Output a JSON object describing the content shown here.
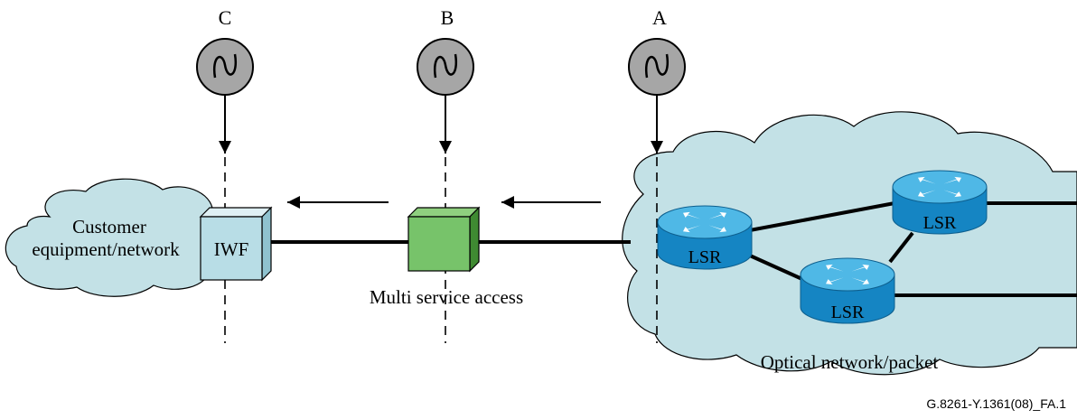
{
  "clock_points": [
    {
      "label": "C"
    },
    {
      "label": "B"
    },
    {
      "label": "A"
    }
  ],
  "customer_cloud": {
    "line1": "Customer",
    "line2": "equipment/network"
  },
  "iwf": {
    "label": "IWF"
  },
  "msa": {
    "label": "Multi service access"
  },
  "optical_cloud": {
    "label": "Optical network/packet"
  },
  "routers": [
    {
      "label": "LSR"
    },
    {
      "label": "LSR"
    },
    {
      "label": "LSR"
    }
  ],
  "figure_id": "G.8261-Y.1361(08)_FA.1",
  "colors": {
    "clock_fill": "#a6a6a6",
    "cloud_fill": "#c3e1e6",
    "iwf_front": "#b8dde6",
    "msa_front": "#77c36a",
    "router_top": "#4fb8e6",
    "router_side": "#1585c3"
  }
}
